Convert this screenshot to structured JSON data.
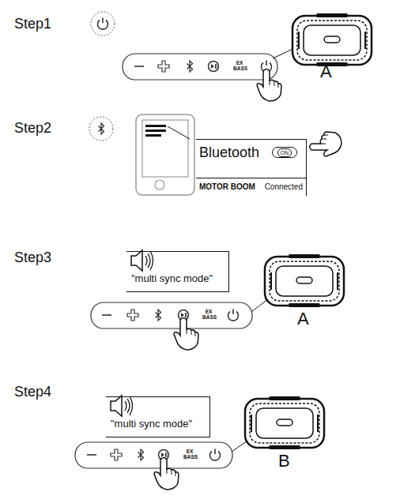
{
  "diagram": {
    "nodes": [
      {
        "text": [
          "Bluetooth",
          "MOTOR BOOM",
          "Connected"
        ]
      },
      {
        "text": [
          "ON"
        ],
        "in": 0
      },
      {
        "text": [
          "\"multi sync mode\""
        ]
      },
      {
        "text": [
          "\"multi sync mode\""
        ]
      }
    ],
    "edges": [],
    "labels": [
      "Step1",
      "A",
      "Step2",
      "Step3",
      "A",
      "Step4",
      "B",
      "EX BASS",
      "EX BASS",
      "EX BASS"
    ]
  }
}
